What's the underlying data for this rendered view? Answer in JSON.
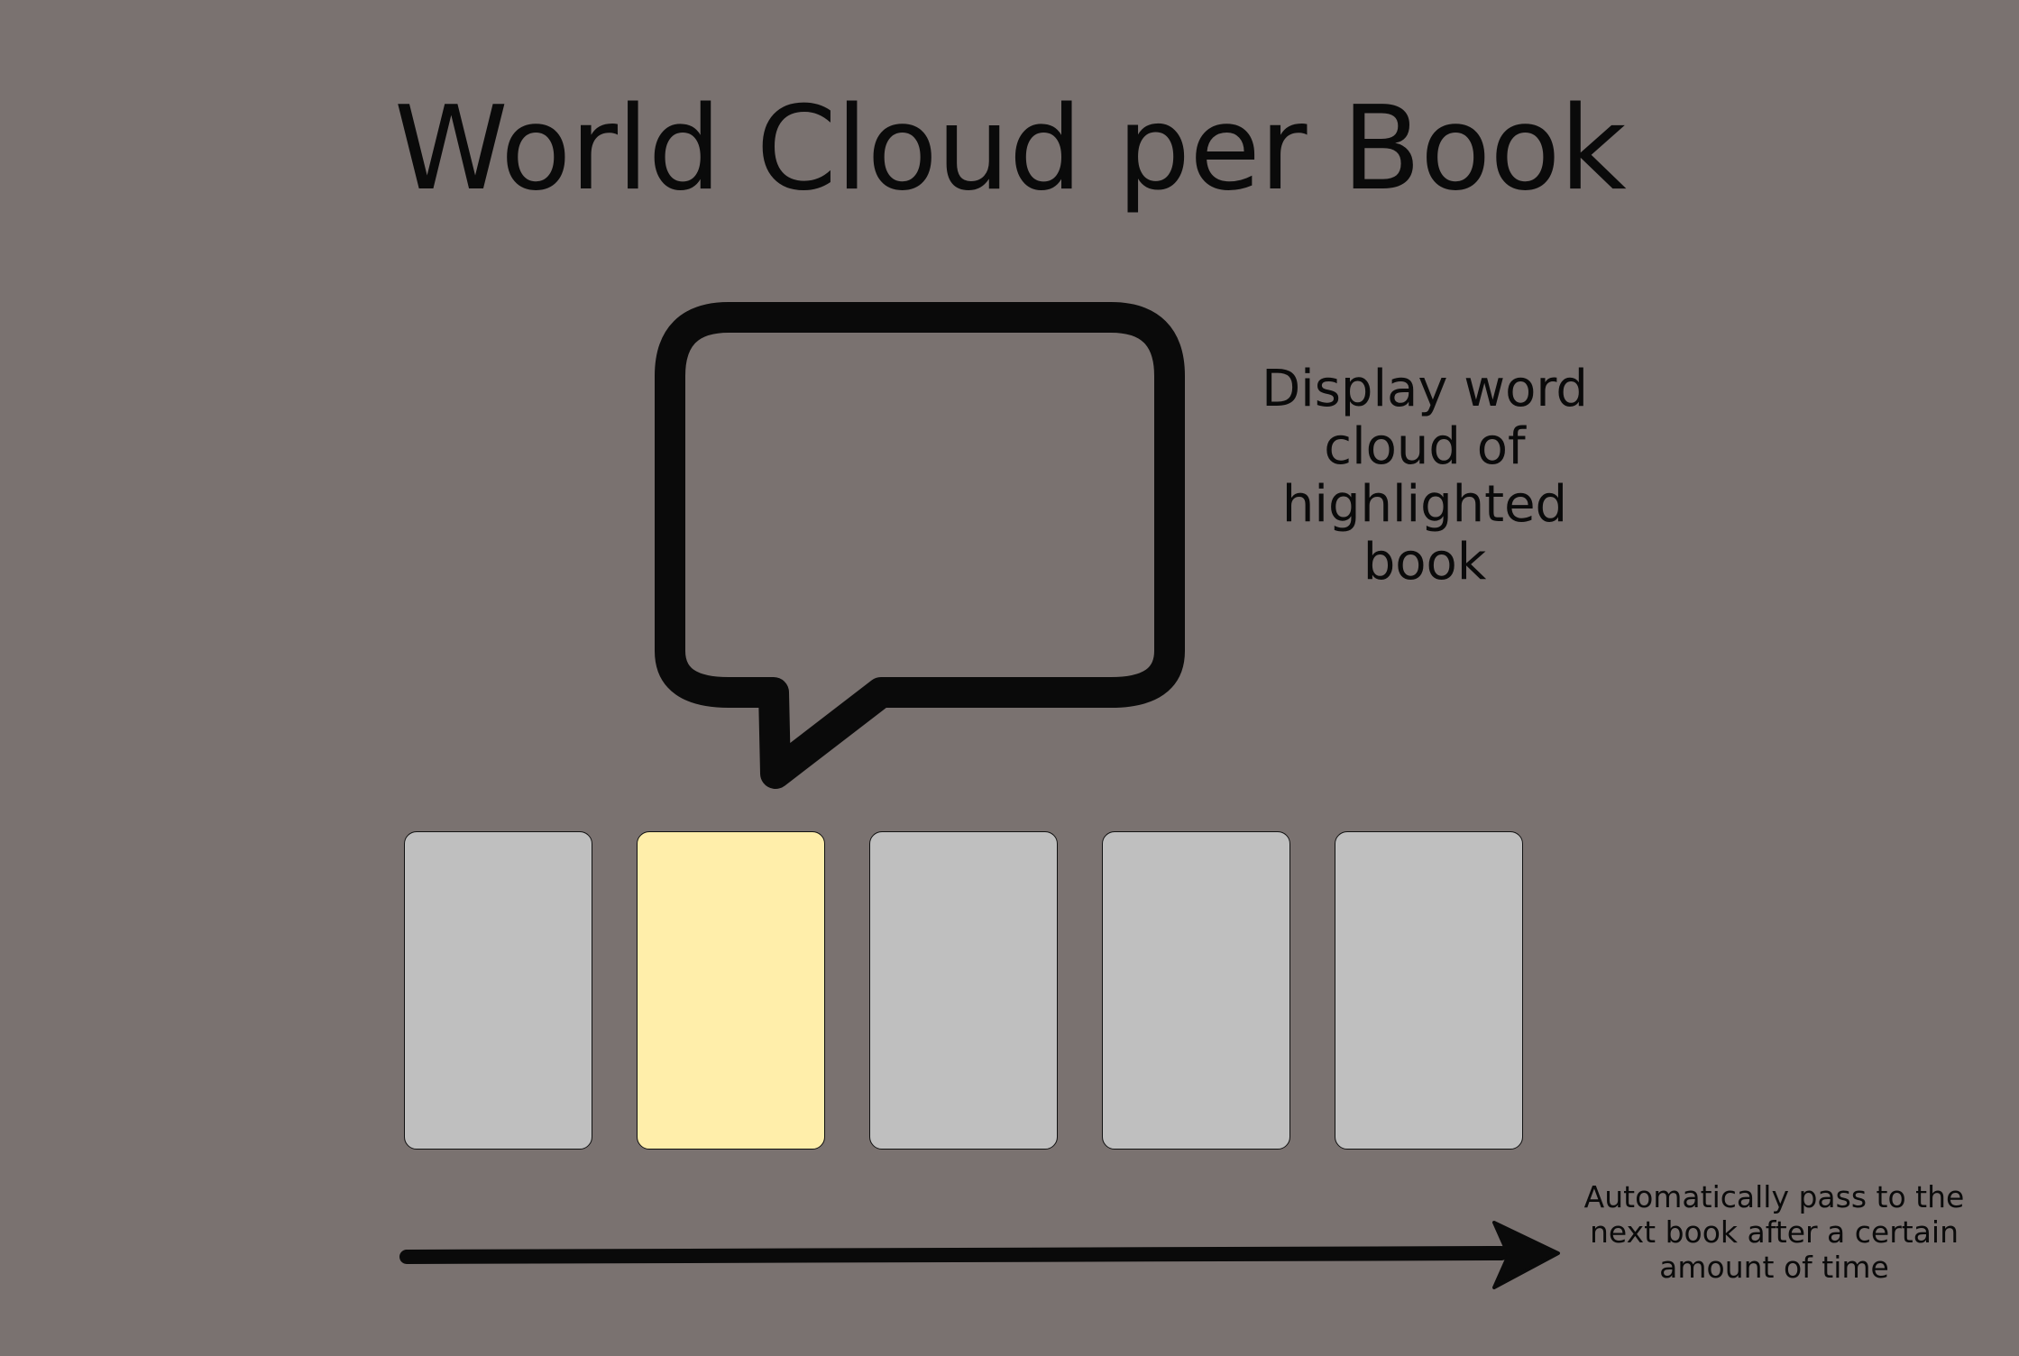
{
  "diagram": {
    "title": "World Cloud per Book",
    "bubble_caption": "Display word cloud of highlighted book",
    "arrow_caption": "Automatically pass to the next book after a certain amount of time",
    "books": [
      {
        "highlighted": false
      },
      {
        "highlighted": true
      },
      {
        "highlighted": false
      },
      {
        "highlighted": false
      },
      {
        "highlighted": false
      }
    ],
    "colors": {
      "background": "#7a7270",
      "book": "#bfbfbf",
      "highlighted_book": "#ffeeaa",
      "stroke": "#0a0a0a"
    },
    "icons": {
      "bubble": "speech-bubble-icon",
      "arrow": "arrow-right-icon"
    }
  }
}
